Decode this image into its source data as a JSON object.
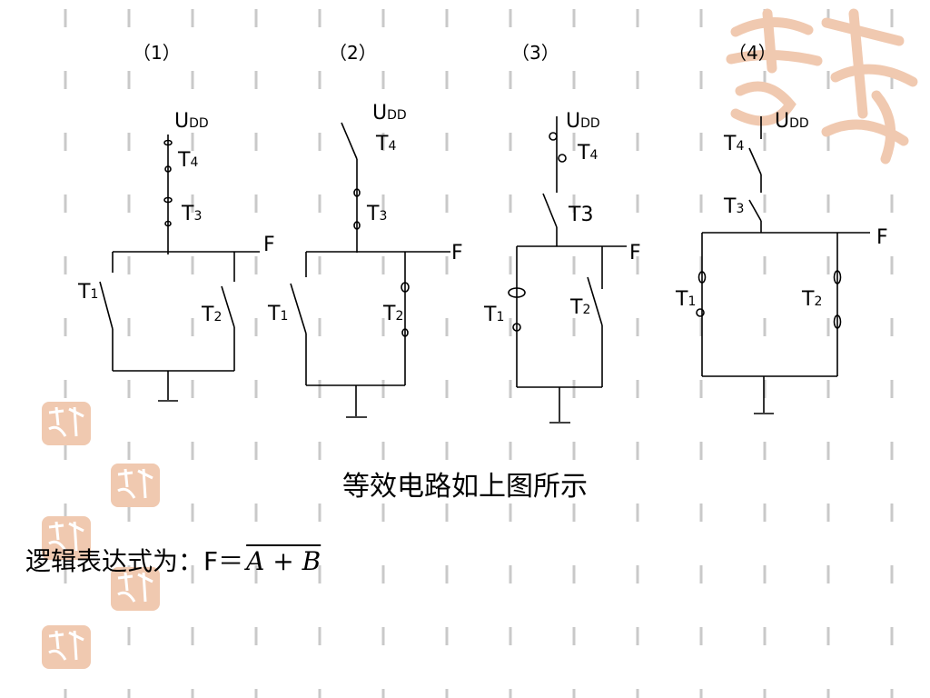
{
  "panels": [
    {
      "label": "（1）",
      "udd": "U",
      "udd_sub": "DD",
      "t4": "T",
      "t4_sub": "4",
      "t3": "T",
      "t3_sub": "3",
      "t1": "T",
      "t1_sub": "1",
      "t2": "T",
      "t2_sub": "2",
      "f": "F"
    },
    {
      "label": "（2）",
      "udd": "U",
      "udd_sub": "DD",
      "t4": "T",
      "t4_sub": "4",
      "t3": "T",
      "t3_sub": "3",
      "t1": "T",
      "t1_sub": "1",
      "t2": "T",
      "t2_sub": "2",
      "f": "F"
    },
    {
      "label": "（3）",
      "udd": "U",
      "udd_sub": "DD",
      "t4": "T",
      "t4_sub": "4",
      "t3": "T3",
      "t3_sub": "",
      "t1": "T",
      "t1_sub": "1",
      "t2": "T",
      "t2_sub": "2",
      "f": "F"
    },
    {
      "label": "（4）",
      "udd": "U",
      "udd_sub": "DD",
      "t4": "T",
      "t4_sub": "4",
      "t3": "T",
      "t3_sub": "3",
      "t1": "T",
      "t1_sub": "1",
      "t2": "T",
      "t2_sub": "2",
      "f": "F"
    }
  ],
  "caption": "等效电路如上图所示",
  "expression": {
    "prefix": "逻辑表达式为：",
    "lhs": "F",
    "eq": "＝",
    "overlined": "A + B"
  },
  "colors": {
    "background": "#ffffff",
    "dash": "#c9c9c9",
    "seal": "#f0c9b0",
    "ink": "#000000"
  }
}
